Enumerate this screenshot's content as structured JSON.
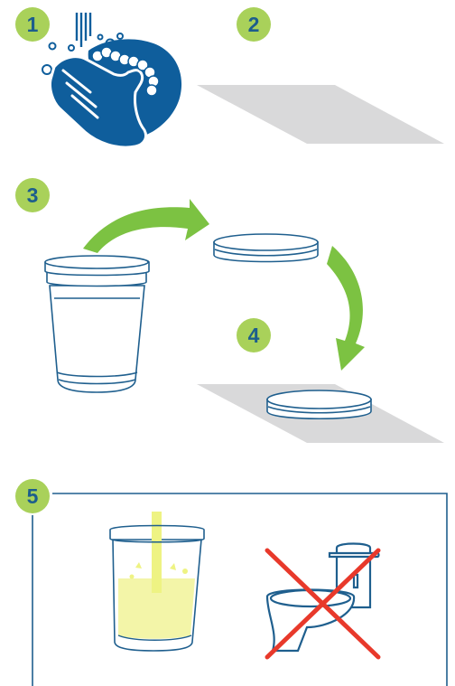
{
  "steps": [
    {
      "number": "1"
    },
    {
      "number": "2"
    },
    {
      "number": "3"
    },
    {
      "number": "4"
    },
    {
      "number": "5"
    }
  ],
  "colors": {
    "badge": "#a9d15a",
    "badge_text": "#1d5e8c",
    "hand_blue": "#0f5e9c",
    "arrow_green": "#7cc242",
    "towel_gray": "#d9d9da",
    "cup_outline": "#1f5f8e",
    "cup_fill": "#ffffff",
    "urine_yellow": "#f3f5a8",
    "stream_yellow": "#eef383",
    "forbid_red": "#e8392b",
    "frame_blue": "#1f5f8e"
  },
  "icons": [
    "handwashing-icon",
    "paper-towel-icon",
    "specimen-cup-icon",
    "cup-lid-icon",
    "curved-arrow-icon",
    "urine-cup-icon",
    "no-toilet-icon"
  ]
}
